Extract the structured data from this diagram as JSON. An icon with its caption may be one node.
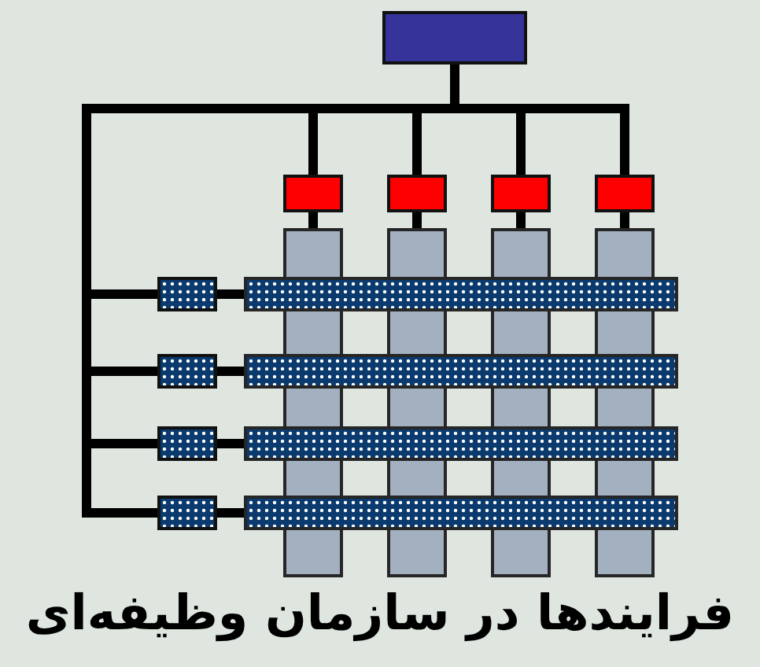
{
  "diagram": {
    "caption": "فرایندها در سازمان وظیفه‌ای",
    "nodes": [
      {
        "text": [],
        "shape": "box"
      },
      {
        "text": [],
        "shape": "box"
      },
      {
        "text": [],
        "shape": "box"
      },
      {
        "text": [],
        "shape": "box"
      },
      {
        "text": [],
        "shape": "box"
      },
      {
        "text": [],
        "shape": "bar"
      },
      {
        "text": [],
        "shape": "bar"
      },
      {
        "text": [],
        "shape": "bar"
      },
      {
        "text": [],
        "shape": "bar"
      },
      {
        "text": [],
        "shape": "box"
      },
      {
        "text": [],
        "shape": "box"
      },
      {
        "text": [],
        "shape": "box"
      },
      {
        "text": [],
        "shape": "box"
      },
      {
        "text": [],
        "shape": "bar"
      },
      {
        "text": [],
        "shape": "bar"
      },
      {
        "text": [],
        "shape": "bar"
      },
      {
        "text": [],
        "shape": "bar"
      }
    ],
    "edges": [
      {
        "from": 0,
        "to": 1,
        "arrow": "none"
      },
      {
        "from": 0,
        "to": 2,
        "arrow": "none"
      },
      {
        "from": 0,
        "to": 3,
        "arrow": "none"
      },
      {
        "from": 0,
        "to": 4,
        "arrow": "none"
      },
      {
        "from": 1,
        "to": 5,
        "arrow": "none"
      },
      {
        "from": 2,
        "to": 6,
        "arrow": "none"
      },
      {
        "from": 3,
        "to": 7,
        "arrow": "none"
      },
      {
        "from": 4,
        "to": 8,
        "arrow": "none"
      },
      {
        "from": 0,
        "to": 9,
        "arrow": "none"
      },
      {
        "from": 0,
        "to": 10,
        "arrow": "none"
      },
      {
        "from": 0,
        "to": 11,
        "arrow": "none"
      },
      {
        "from": 0,
        "to": 12,
        "arrow": "none"
      },
      {
        "from": 9,
        "to": 13,
        "arrow": "none"
      },
      {
        "from": 10,
        "to": 14,
        "arrow": "none"
      },
      {
        "from": 11,
        "to": 15,
        "arrow": "none"
      },
      {
        "from": 12,
        "to": 16,
        "arrow": "none"
      }
    ]
  }
}
